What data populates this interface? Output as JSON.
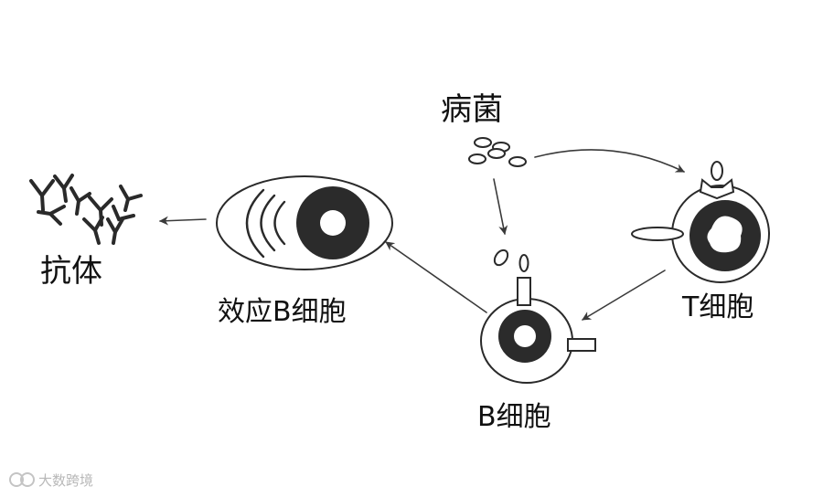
{
  "labels": {
    "bacteria": "病菌",
    "t_cell": "T细胞",
    "b_cell": "B细胞",
    "effector_b_cell": "效应B细胞",
    "antibody": "抗体"
  },
  "watermark": {
    "text": "大数跨境"
  },
  "colors": {
    "ink": "#2a2a2a",
    "fill": "#ffffff"
  }
}
